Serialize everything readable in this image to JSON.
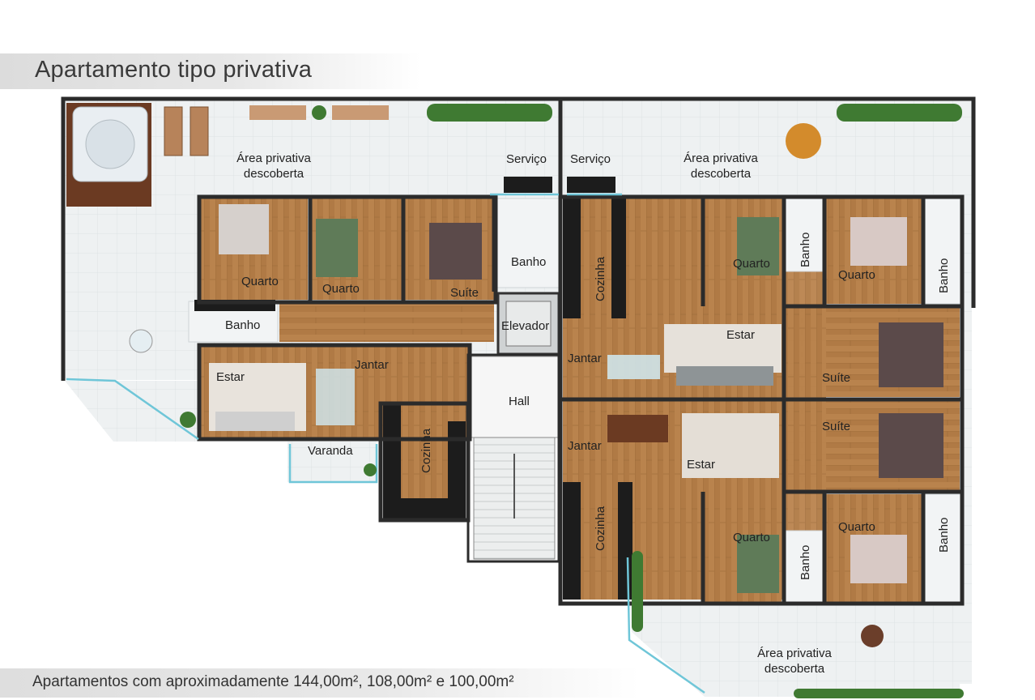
{
  "title": "Apartamento tipo privativa",
  "footer": "Apartamentos com aproximadamente 144,00m², 108,00m² e 100,00m²",
  "colors": {
    "wood": "#b9834d",
    "wood_dark": "#a46f3d",
    "tile": "#eef1f2",
    "wall": "#2b2b2b",
    "counter": "#1c1c1c",
    "glass": "#6fc6d8",
    "plant": "#3f7a32"
  },
  "rooms": {
    "area_privativa_1": "Área privativa descoberta",
    "area_privativa_2": "Área privativa descoberta",
    "area_privativa_3": "Área privativa descoberta",
    "servico_1": "Serviço",
    "servico_2": "Serviço",
    "quarto_1": "Quarto",
    "quarto_2": "Quarto",
    "suite_1": "Suíte",
    "banho_1": "Banho",
    "banho_2": "Banho",
    "elevador": "Elevador",
    "estar_1": "Estar",
    "jantar_1": "Jantar",
    "cozinha_1": "Cozinha",
    "varanda": "Varanda",
    "hall": "Hall",
    "cozinha_2": "Cozinha",
    "jantar_2": "Jantar",
    "estar_2": "Estar",
    "quarto_3": "Quarto",
    "banho_3": "Banho",
    "quarto_4": "Quarto",
    "banho_4": "Banho",
    "suite_2": "Suíte",
    "suite_3": "Suíte",
    "jantar_3": "Jantar",
    "estar_3": "Estar",
    "cozinha_3": "Cozinha",
    "quarto_5": "Quarto",
    "banho_5": "Banho",
    "quarto_6": "Quarto",
    "banho_6": "Banho"
  }
}
